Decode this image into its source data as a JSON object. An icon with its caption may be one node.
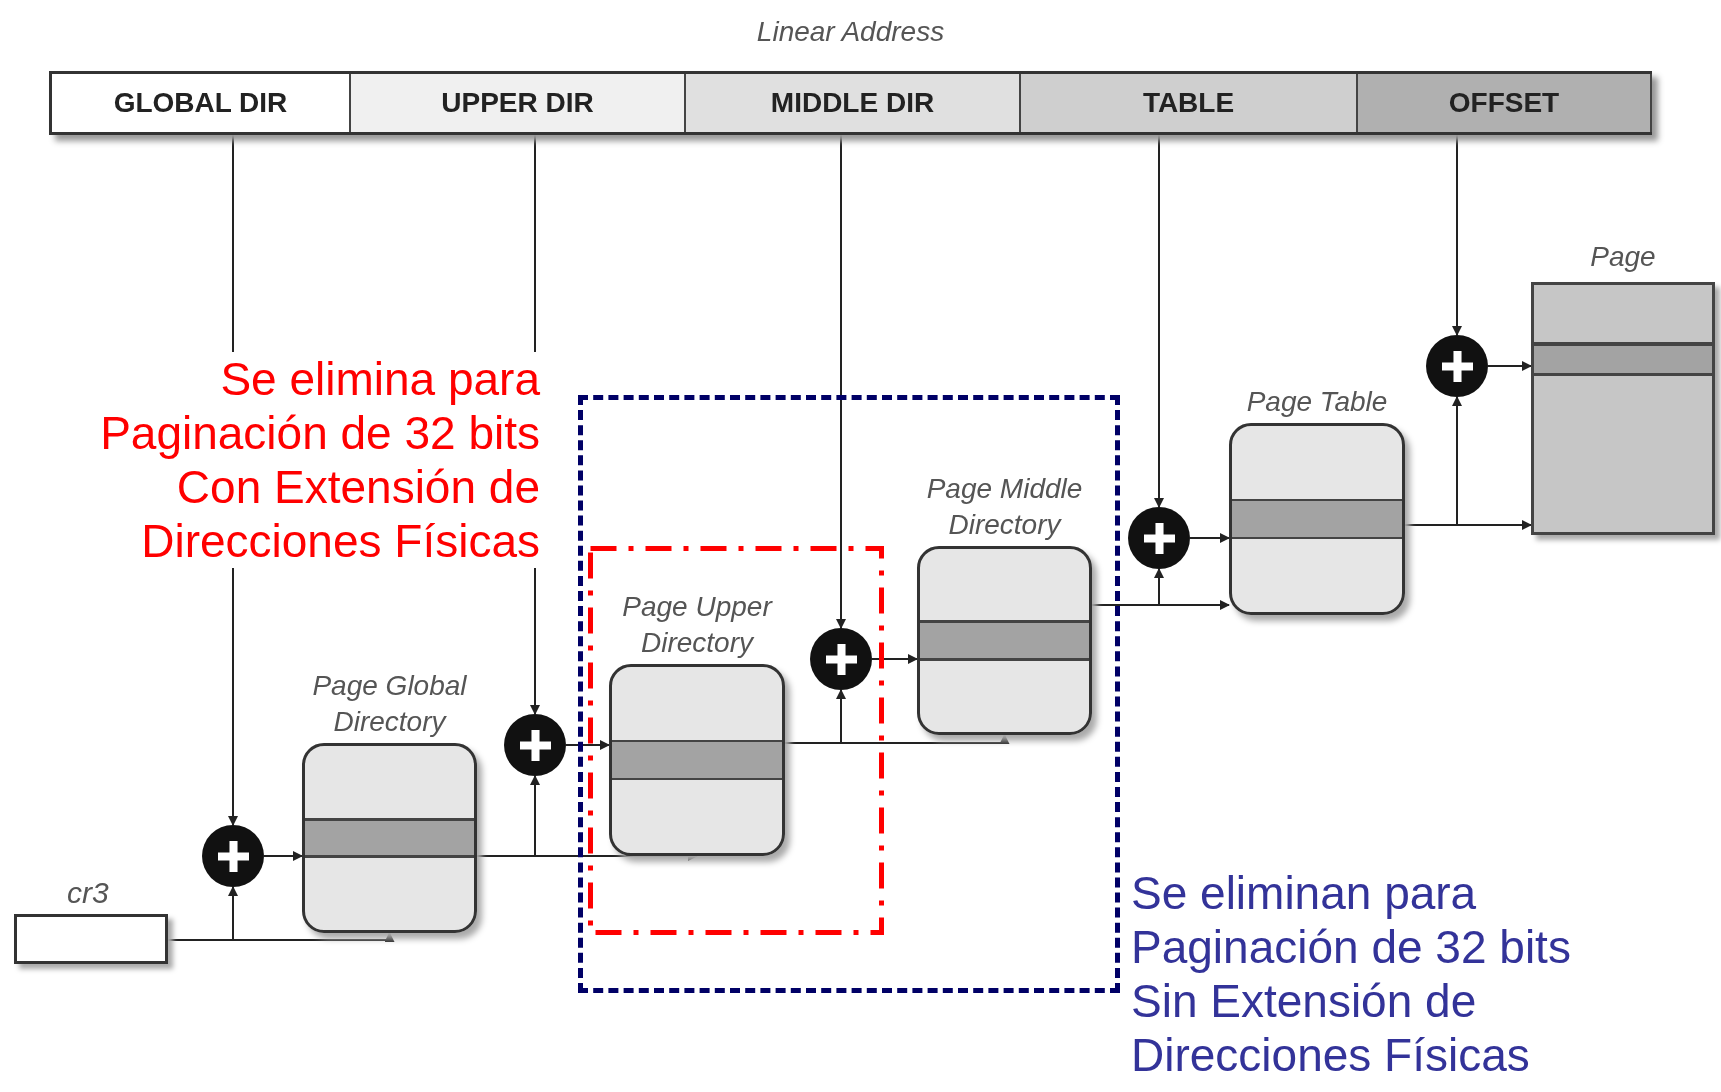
{
  "diagram": {
    "nodes": [
      {
        "text": [
          "Linear Address"
        ]
      },
      {
        "text": [
          "GLOBAL DIR"
        ],
        "in": 0
      },
      {
        "text": [
          "UPPER DIR"
        ],
        "in": 0
      },
      {
        "text": [
          "MIDDLE DIR"
        ],
        "in": 0
      },
      {
        "text": [
          "TABLE"
        ],
        "in": 0
      },
      {
        "text": [
          "OFFSET"
        ],
        "in": 0
      },
      {
        "text": [],
        "shape": "box"
      },
      {
        "text": [],
        "shape": "box",
        "in": 6
      },
      {
        "text": [
          "cr3"
        ]
      },
      {
        "text": [],
        "shape": "circle"
      },
      {
        "text": [
          "Page Global Directory"
        ]
      },
      {
        "text": [],
        "shape": "circle"
      },
      {
        "text": [
          "Page Upper Directory"
        ],
        "in": 7
      },
      {
        "text": [],
        "shape": "circle",
        "in": 7
      },
      {
        "text": [
          "Page Middle Directory"
        ],
        "in": 6
      },
      {
        "text": [],
        "shape": "circle"
      },
      {
        "text": [
          "Page Table"
        ]
      },
      {
        "text": [],
        "shape": "circle"
      },
      {
        "text": [
          "Page"
        ]
      }
    ],
    "edges": [
      {
        "from": 1,
        "to": 9,
        "arrow": "to"
      },
      {
        "from": 2,
        "to": 11,
        "arrow": "to"
      },
      {
        "from": 3,
        "to": 13,
        "arrow": "to"
      },
      {
        "from": 4,
        "to": 15,
        "arrow": "to"
      },
      {
        "from": 5,
        "to": 17,
        "arrow": "to"
      },
      {
        "from": 8,
        "to": 9,
        "arrow": "to"
      },
      {
        "from": 8,
        "to": 10,
        "arrow": "to"
      },
      {
        "from": 9,
        "to": 10,
        "arrow": "to"
      },
      {
        "from": 10,
        "to": 11,
        "arrow": "to"
      },
      {
        "from": 10,
        "to": 12,
        "arrow": "to"
      },
      {
        "from": 11,
        "to": 12,
        "arrow": "to"
      },
      {
        "from": 12,
        "to": 13,
        "arrow": "to"
      },
      {
        "from": 12,
        "to": 14,
        "arrow": "to"
      },
      {
        "from": 13,
        "to": 14,
        "arrow": "to"
      },
      {
        "from": 14,
        "to": 15,
        "arrow": "to"
      },
      {
        "from": 14,
        "to": 16,
        "arrow": "to"
      },
      {
        "from": 15,
        "to": 16,
        "arrow": "to"
      },
      {
        "from": 16,
        "to": 17,
        "arrow": "to"
      },
      {
        "from": 16,
        "to": 18,
        "arrow": "to"
      },
      {
        "from": 17,
        "to": 18,
        "arrow": "to"
      }
    ],
    "labels": [
      "Se elimina para Paginación de 32 bits Con Extensión de Direcciones Físicas",
      "Se eliminan para Paginación de 32 bits Sin Extensión de Direcciones Físicas"
    ]
  }
}
